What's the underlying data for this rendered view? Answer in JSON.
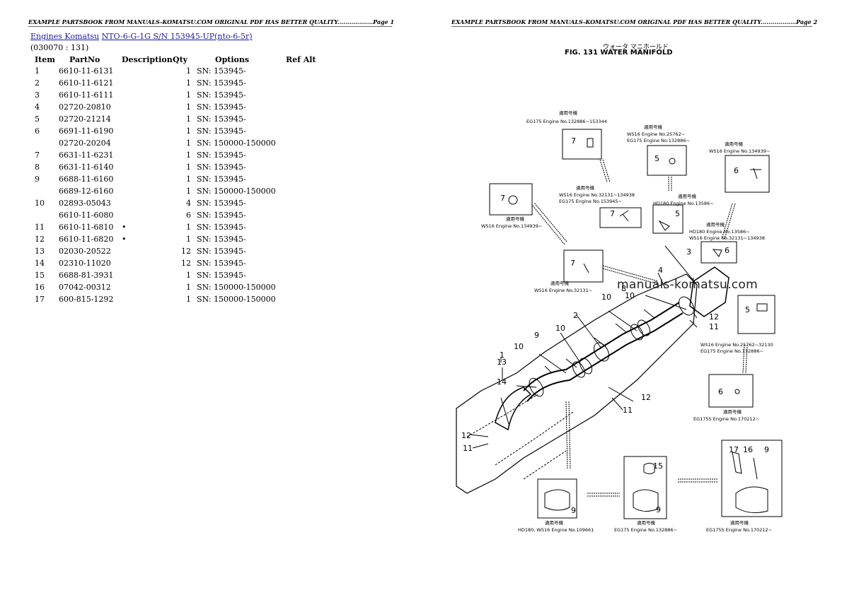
{
  "header_left": "EXAMPLE PARTSBOOK FROM MANUALS-KOMATSU.COM ORIGINAL PDF HAS BETTER QUALITY..................Page 1",
  "header_right": "EXAMPLE PARTSBOOK FROM MANUALS-KOMATSU.COM ORIGINAL PDF HAS BETTER QUALITY..................Page 2",
  "breadcrumb": {
    "link1": "Engines Komatsu",
    "link2": "NTO-6-G-1G S/N 153945-UP(nto-6-5r)"
  },
  "section_code": "(030070 : 131)",
  "table": {
    "headers": {
      "item": "Item",
      "partno": "PartNo",
      "description": "Description",
      "qty": "Qty",
      "options": "Options",
      "refalt": "Ref Alt"
    },
    "rows": [
      {
        "item": "1",
        "partno": "6610-11-6131",
        "desc": "",
        "qty": "1",
        "options": "SN: 153945-"
      },
      {
        "item": "2",
        "partno": "6610-11-6121",
        "desc": "",
        "qty": "1",
        "options": "SN: 153945-"
      },
      {
        "item": "3",
        "partno": "6610-11-6111",
        "desc": "",
        "qty": "1",
        "options": "SN: 153945-"
      },
      {
        "item": "4",
        "partno": "02720-20810",
        "desc": "",
        "qty": "1",
        "options": "SN: 153945-"
      },
      {
        "item": "5",
        "partno": "02720-21214",
        "desc": "",
        "qty": "1",
        "options": "SN: 153945-"
      },
      {
        "item": "6",
        "partno": "6691-11-6190",
        "desc": "",
        "qty": "1",
        "options": "SN: 153945-"
      },
      {
        "item": "",
        "partno": "02720-20204",
        "desc": "",
        "qty": "1",
        "options": "SN: 150000-150000"
      },
      {
        "item": "7",
        "partno": "6631-11-6231",
        "desc": "",
        "qty": "1",
        "options": "SN: 153945-"
      },
      {
        "item": "8",
        "partno": "6631-11-6140",
        "desc": "",
        "qty": "1",
        "options": "SN: 153945-"
      },
      {
        "item": "9",
        "partno": "6688-11-6160",
        "desc": "",
        "qty": "1",
        "options": "SN: 153945-"
      },
      {
        "item": "",
        "partno": "6689-12-6160",
        "desc": "",
        "qty": "1",
        "options": "SN: 150000-150000"
      },
      {
        "item": "10",
        "partno": "02893-05043",
        "desc": "",
        "qty": "4",
        "options": "SN: 153945-"
      },
      {
        "item": "",
        "partno": "6610-11-6080",
        "desc": "",
        "qty": "6",
        "options": "SN: 153945-"
      },
      {
        "item": "11",
        "partno": "6610-11-6810",
        "desc": "•",
        "qty": "1",
        "options": "SN: 153945-"
      },
      {
        "item": "12",
        "partno": "6610-11-6820",
        "desc": "•",
        "qty": "1",
        "options": "SN: 153945-"
      },
      {
        "item": "13",
        "partno": "02030-20522",
        "desc": "",
        "qty": "12",
        "options": "SN: 153945-"
      },
      {
        "item": "14",
        "partno": "02310-11020",
        "desc": "",
        "qty": "12",
        "options": "SN: 153945-"
      },
      {
        "item": "15",
        "partno": "6688-81-3931",
        "desc": "",
        "qty": "1",
        "options": "SN: 153945-"
      },
      {
        "item": "16",
        "partno": "07042-00312",
        "desc": "",
        "qty": "1",
        "options": "SN: 150000-150000"
      },
      {
        "item": "17",
        "partno": "600-815-1292",
        "desc": "",
        "qty": "1",
        "options": "SN: 150000-150000"
      }
    ]
  },
  "figure": {
    "title_jp": "ウォータ マニホールド",
    "title": "FIG. 131  WATER MANIFOLD",
    "watermark": "manuals-komatsu.com",
    "notes": {
      "n1": "EG175 Engine No.132886~153344",
      "n2a": "WS16 Engine No.25762~",
      "n2b": "EG175 Engine No.132886~",
      "n3": "WS16 Engine No.134939~",
      "n4a": "WS16 Engine No.32131~134938",
      "n4b": "EG175 Engine No.153945~",
      "n5": "HD180 Engine No.13586~",
      "n6": "WS16 Engine No.134939~",
      "n7a": "HD180 Engine No.13586~",
      "n7b": "WS16 Engine No.32131~134938",
      "n8": "WS16 Engine No.32131~",
      "n9a": "WS16 Engine No.25762~32130",
      "n9b": "EG175 Engine No.132886~",
      "n10": "EG175S Engine No.170212~",
      "n11": "HD180, WS16 Engine No.109661",
      "n12": "EG175 Engine No.132886~",
      "n13": "EG175S Engine No.170212~",
      "jp_label": "適用号機"
    },
    "callouts": [
      "1",
      "2",
      "3",
      "4",
      "5",
      "6",
      "7",
      "8",
      "9",
      "10",
      "11",
      "12",
      "13",
      "14",
      "15",
      "16",
      "17"
    ]
  }
}
